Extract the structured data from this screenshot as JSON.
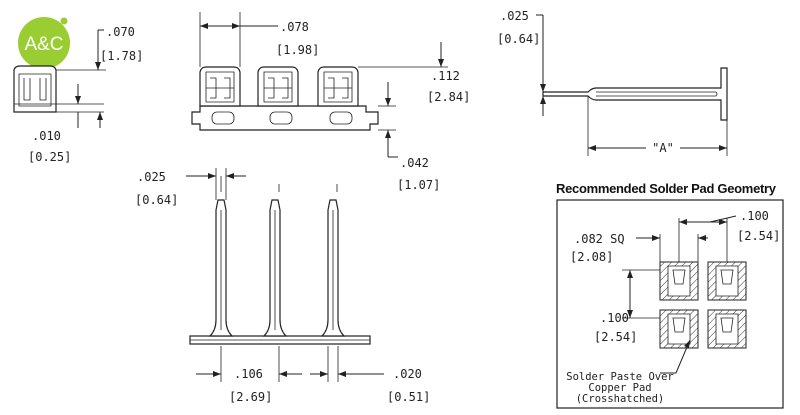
{
  "logo": {
    "text": "A&C",
    "color": "#9acd32"
  },
  "side_view": {
    "height_in": ".070",
    "height_mm": "[1.78]",
    "offset_in": ".010",
    "offset_mm": "[0.25]"
  },
  "front_view": {
    "pitch_in": ".078",
    "pitch_mm": "[1.98]",
    "height_in": ".112",
    "height_mm": "[2.84]",
    "base_in": ".042",
    "base_mm": "[1.07]"
  },
  "pin_view": {
    "width_in": ".025",
    "width_mm": "[0.64]",
    "length_label": "\"A\""
  },
  "bottom_view": {
    "pin_in": ".025",
    "pin_mm": "[0.64]",
    "pitch_in": ".106",
    "pitch_mm": "[2.69]",
    "tail_in": ".020",
    "tail_mm": "[0.51]"
  },
  "solder_pad": {
    "title": "Recommended Solder Pad Geometry",
    "pitch_x_in": ".100",
    "pitch_x_mm": "[2.54]",
    "pad_in": ".082 SQ",
    "pad_mm": "[2.08]",
    "pitch_y_in": ".100",
    "pitch_y_mm": "[2.54]",
    "note_line1": "Solder Paste Over",
    "note_line2": "Copper Pad",
    "note_line3": "(Crosshatched)"
  }
}
